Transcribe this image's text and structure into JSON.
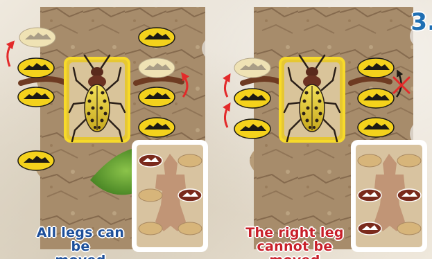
{
  "step_number": "3.",
  "panels": [
    {
      "caption_line1": "All legs can be",
      "caption_line2": "moved",
      "caption_color": "#1d4f9a"
    },
    {
      "caption_line1": "The right leg",
      "caption_line2": "cannot be moved",
      "caption_color": "#c8202a"
    }
  ],
  "colors": {
    "token_yellow": "#f4d21c",
    "arrow_red": "#e32a2a",
    "card_frame": "#ffffff",
    "beetle_frame": "#f2cf22"
  },
  "icons": [
    "leg-token-icon",
    "beetle-icon",
    "move-arrow-icon",
    "blocked-x-icon"
  ]
}
